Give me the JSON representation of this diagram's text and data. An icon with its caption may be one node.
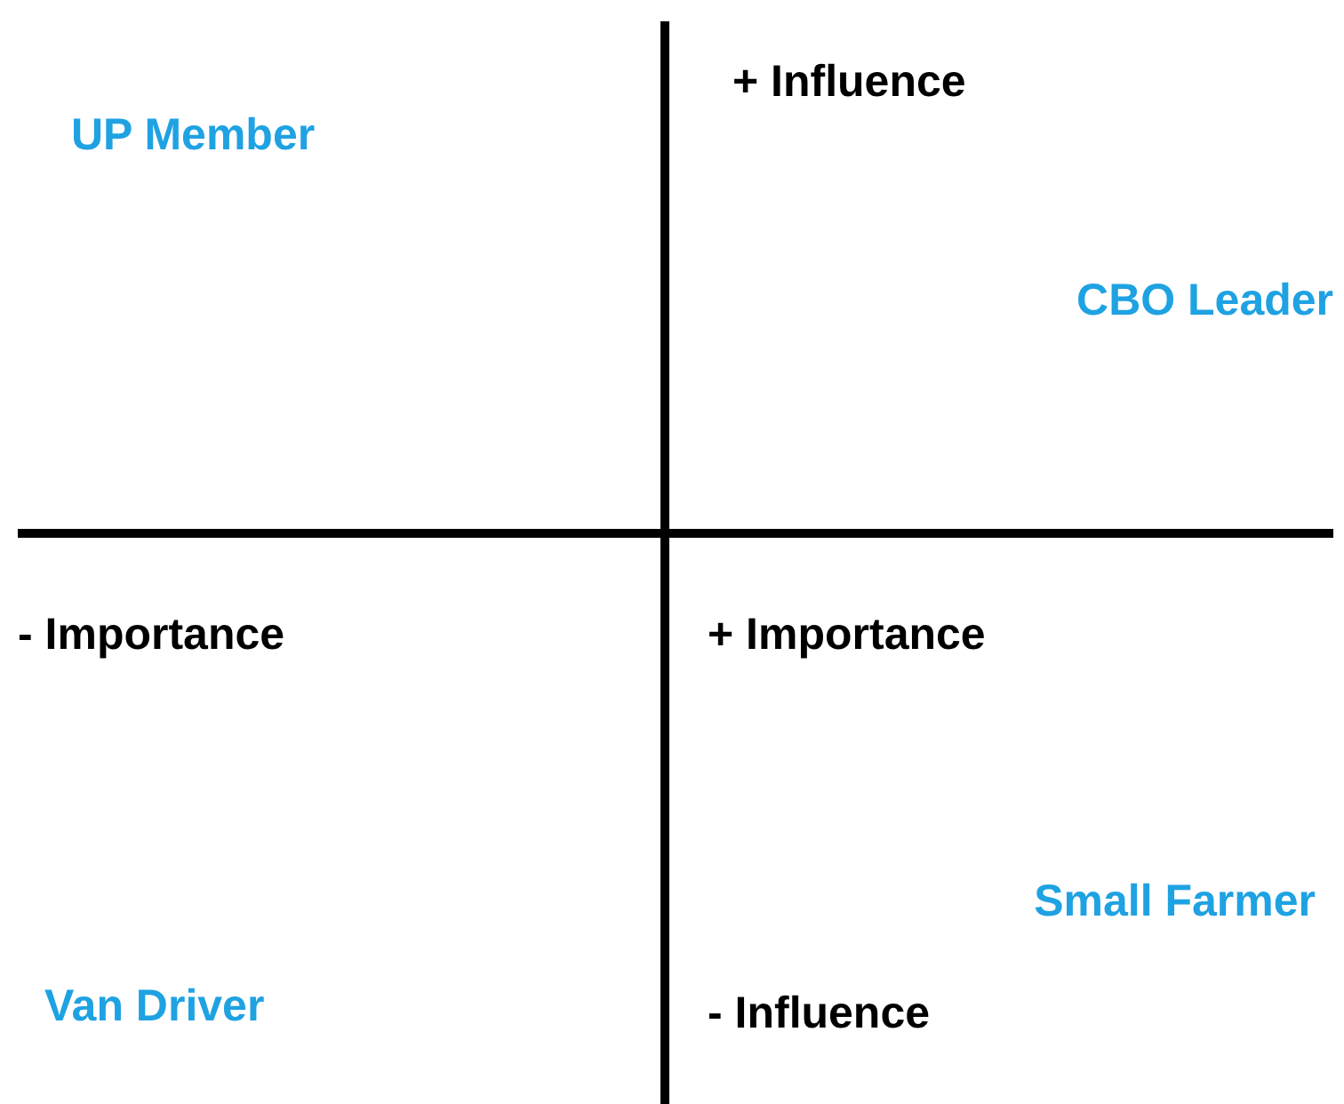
{
  "diagram": {
    "labels": [
      "+ Influence",
      "UP Member",
      "CBO Leader",
      "- Importance",
      "+ Importance",
      "Small Farmer",
      "Van Driver",
      "- Influence"
    ]
  }
}
